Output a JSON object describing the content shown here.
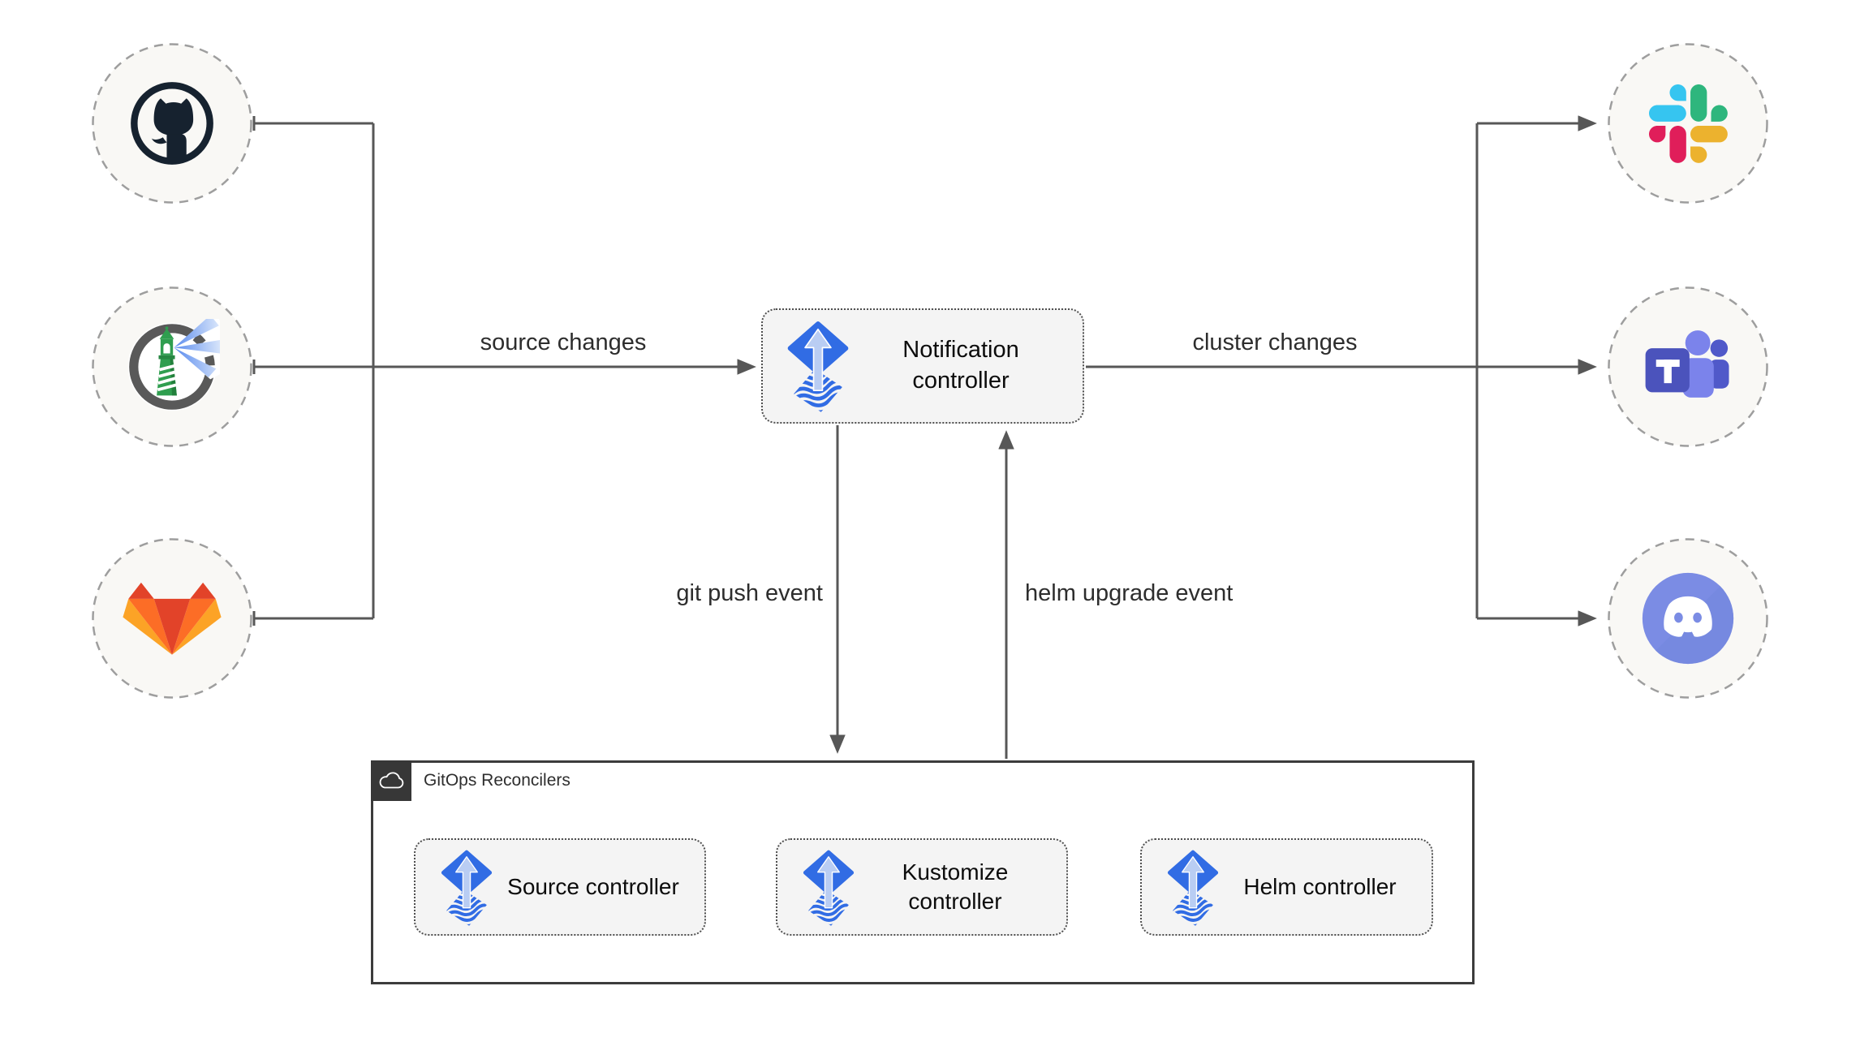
{
  "nodes": {
    "notification_controller": {
      "label": "Notification controller",
      "icon": "flux-icon"
    },
    "source_controller": {
      "label": "Source controller",
      "icon": "flux-icon"
    },
    "kustomize_controller": {
      "label": "Kustomize controller",
      "icon": "flux-icon"
    },
    "helm_controller": {
      "label": "Helm controller",
      "icon": "flux-icon"
    },
    "sources": [
      {
        "icon": "github-icon"
      },
      {
        "icon": "harbor-icon"
      },
      {
        "icon": "gitlab-icon"
      }
    ],
    "targets": [
      {
        "icon": "slack-icon"
      },
      {
        "icon": "microsoft-teams-icon"
      },
      {
        "icon": "discord-icon"
      }
    ]
  },
  "groups": {
    "gitops_reconcilers": {
      "label": "GitOps Reconcilers",
      "icon": "cloud-icon"
    }
  },
  "edges": [
    {
      "label": "source changes",
      "from": "sources",
      "to": "notification_controller"
    },
    {
      "label": "cluster changes",
      "from": "notification_controller",
      "to": "targets"
    },
    {
      "label": "git push event",
      "from": "notification_controller",
      "to": "gitops_reconcilers"
    },
    {
      "label": "helm upgrade event",
      "from": "gitops_reconcilers",
      "to": "notification_controller"
    }
  ],
  "colors": {
    "flux_blue": "#316ce4",
    "flux_arrow_light": "#b9cdf3",
    "arrow_gray": "#575757",
    "node_circle_fill": "#f9f8f5",
    "node_circle_stroke": "#9e9e9e",
    "box_fill": "#f4f4f4",
    "github_dark": "#16222f",
    "harbor_gray": "#595959",
    "harbor_green": "#2f9e4f",
    "gitlab_red": "#e24329",
    "gitlab_orange": "#fc6d26",
    "gitlab_yellow": "#fca326",
    "slack_blue": "#36C5F0",
    "slack_green": "#2EB67D",
    "slack_red": "#E01E5A",
    "slack_yellow": "#ECB22E",
    "teams_indigo": "#4b53bc",
    "teams_light": "#7b83eb",
    "teams_mid": "#5059c9",
    "discord_blurple": "#7b8ce4"
  }
}
